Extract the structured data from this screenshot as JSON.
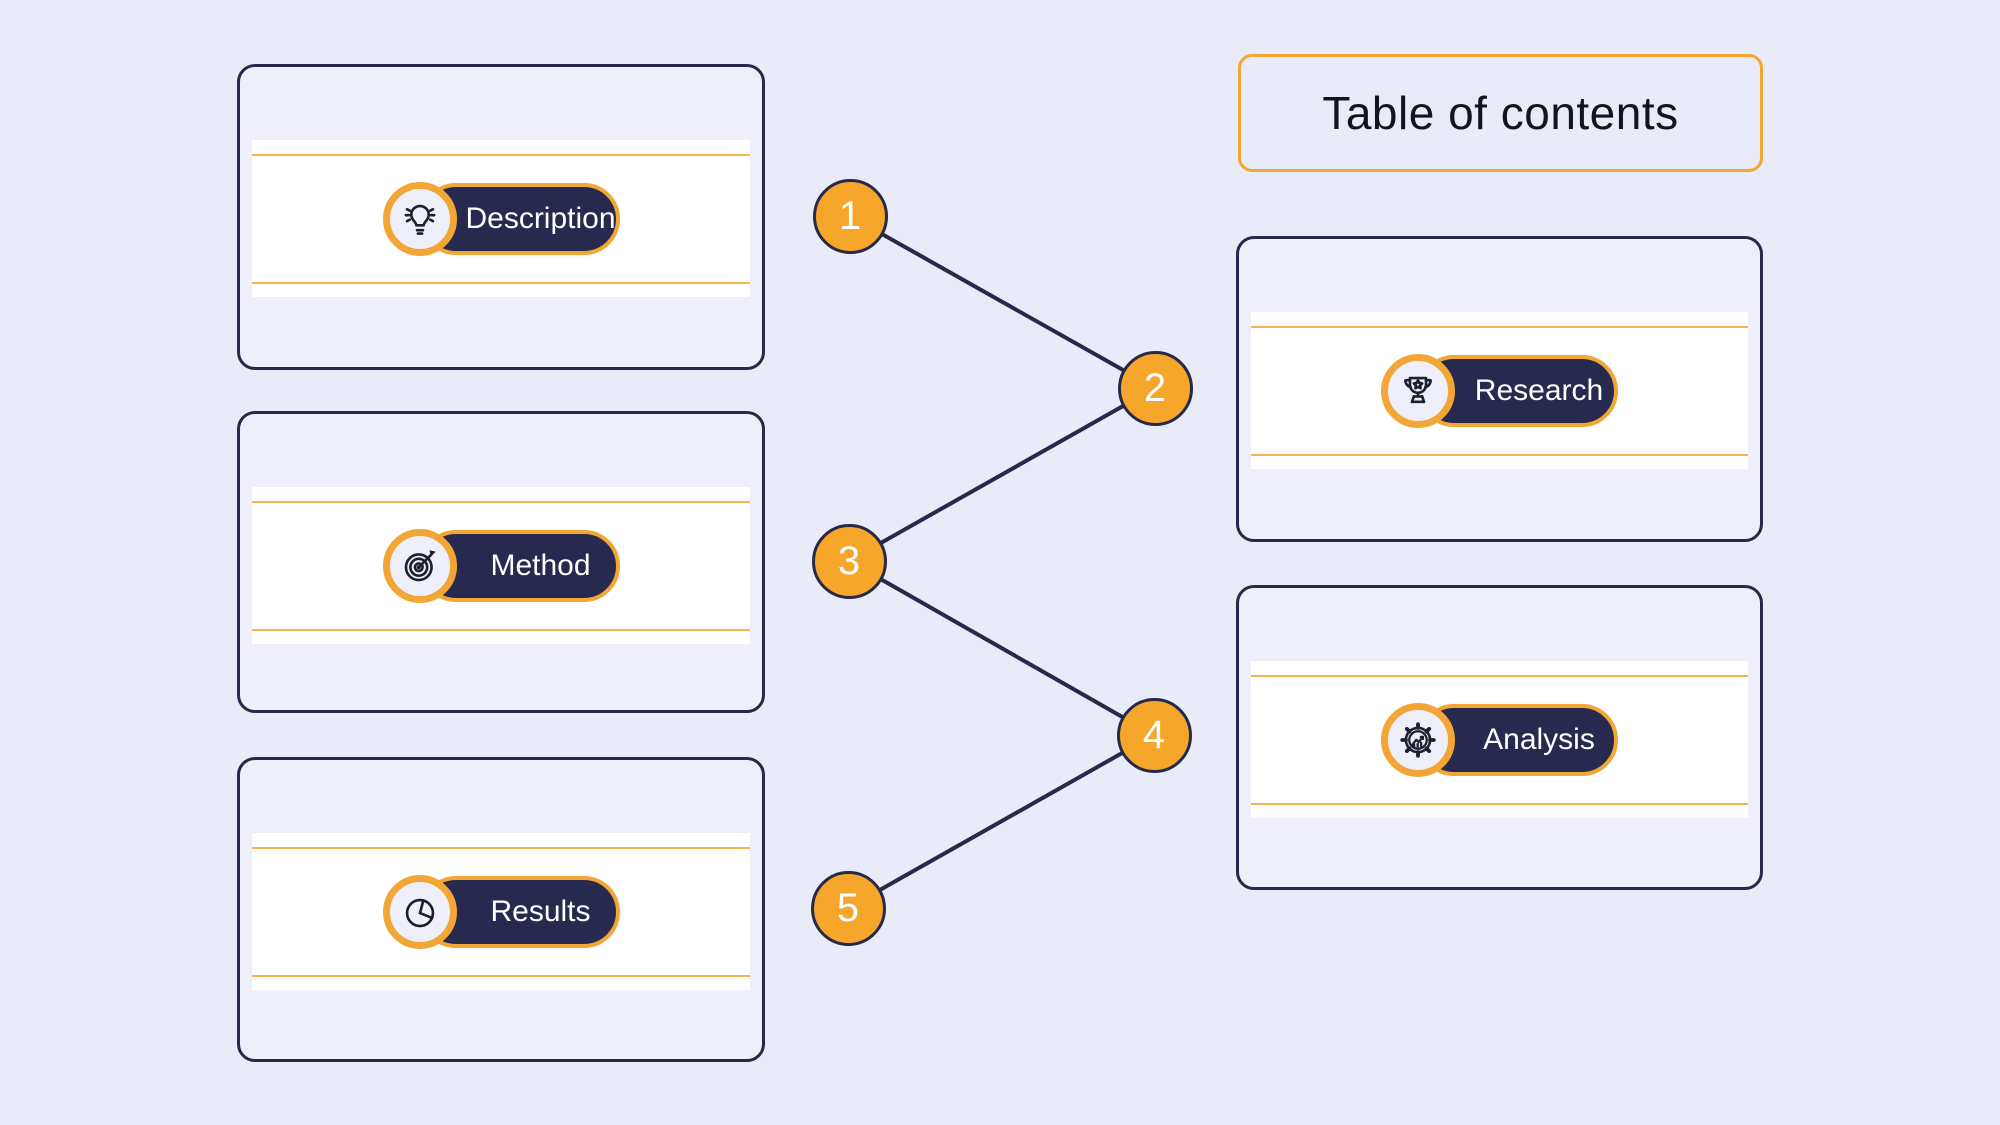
{
  "title": "Table of contents",
  "cards": [
    {
      "id": "description",
      "label": "Description",
      "icon": "lightbulb-icon"
    },
    {
      "id": "method",
      "label": "Method",
      "icon": "target-icon"
    },
    {
      "id": "results",
      "label": "Results",
      "icon": "pie-chart-icon"
    },
    {
      "id": "research",
      "label": "Research",
      "icon": "trophy-icon"
    },
    {
      "id": "analysis",
      "label": "Analysis",
      "icon": "gear-analytics-icon"
    }
  ],
  "nodes": [
    "1",
    "2",
    "3",
    "4",
    "5"
  ],
  "connections": [
    [
      "1",
      "2"
    ],
    [
      "3",
      "2"
    ],
    [
      "3",
      "4"
    ],
    [
      "5",
      "4"
    ]
  ],
  "colors": {
    "page_bg": "#E9EBF8",
    "card_bg": "#EEEFFA",
    "ink": "#262949",
    "pill_bg": "#272A4E",
    "accent": "#F2A636",
    "node_bg": "#F5A62B",
    "text_dark": "#14141C",
    "text_light": "#FFFFFF",
    "icon_ink": "#1D1F2E"
  }
}
